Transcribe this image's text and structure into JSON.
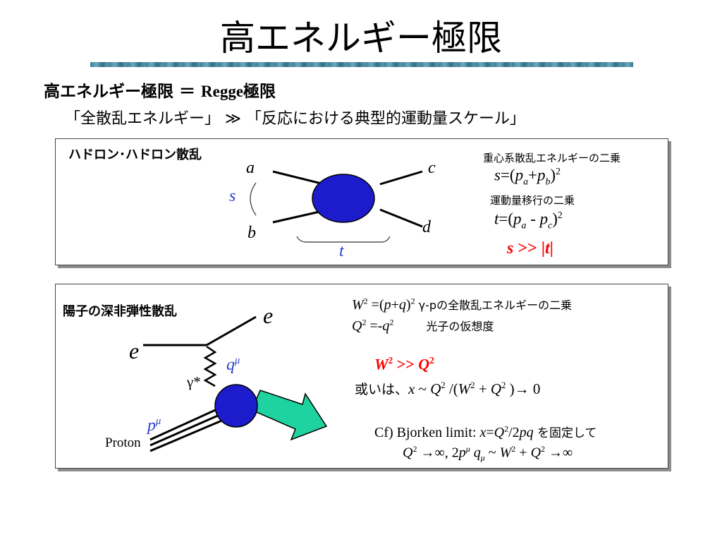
{
  "slide": {
    "title": "高エネルギー極限",
    "heading1_prefix": "高エネルギー極限 ＝ ",
    "heading1_regge": "Regge",
    "heading1_suffix": "極限",
    "heading2": "「全散乱エネルギー」 ≫ 「反応における典型的運動量スケール」"
  },
  "hadron": {
    "label": "ハドロン･ハドロン散乱",
    "a": "a",
    "b": "b",
    "c": "c",
    "d": "d",
    "s": "s",
    "t": "t",
    "cm_caption": "重心系散乱エネルギーの二乗",
    "s_formula": {
      "lhs": "s",
      "eq": "=(",
      "p1": "p",
      "p1sub": "a",
      "plus": "+",
      "p2": "p",
      "p2sub": "b",
      "close": ")",
      "exp": "2"
    },
    "mt_caption": "運動量移行の二乗",
    "t_formula": {
      "lhs": "t",
      "eq": "=(",
      "p1": "p",
      "p1sub": "a",
      "minus": " - ",
      "p2": "p",
      "p2sub": "c",
      "close": ")",
      "exp": "2"
    },
    "cond": {
      "s": "s",
      "gg": " >> ",
      "bar1": "|",
      "t": "t",
      "bar2": "|"
    }
  },
  "dis": {
    "label": "陽子の深非弾性散乱",
    "e_out": "e",
    "e_in": "e",
    "q": "q",
    "q_sup": "μ",
    "gamma": "γ*",
    "p": "p",
    "p_sup": "μ",
    "proton": "Proton",
    "w2": {
      "w": "W",
      "exp": "2",
      "rest": " =(",
      "p": "p",
      "plus": "+",
      "q": "q",
      "close": ")",
      "exp2": "2",
      "desc": " γ-pの全散乱エネルギーの二乗"
    },
    "q2": {
      "q": "Q",
      "exp": "2",
      "rest": " =-",
      "q2": "q",
      "exp2": "2",
      "desc": "光子の仮想度"
    },
    "cond": {
      "w": "W",
      "exp": "2",
      "gg": " >> ",
      "q": "Q",
      "exp2": "2"
    },
    "or_line": {
      "prefix": "或いは、",
      "x": "x",
      "tilde": " ~ ",
      "q": "Q",
      "exp": "2",
      "mid": " /(",
      "w": "W",
      "exp2": "2",
      "plus": " + ",
      "q2": "Q",
      "exp3": "2",
      "end": " )→ 0"
    },
    "cf_line": {
      "prefix": "Cf) Bjorken limit: ",
      "x": "x",
      "eq": "=",
      "q": "Q",
      "exp": "2",
      "slash": "/2",
      "pq": "pq",
      "suffix": " を固定して"
    },
    "limit_line": {
      "q": "Q",
      "exp": "2",
      "arrow": " →∞,   2",
      "p": "p",
      "psup": "μ",
      "qq": " q",
      "qsub": "μ",
      "tilde": " ~ ",
      "w": "W",
      "exp2": "2",
      "plus": " + ",
      "q2": "Q",
      "exp3": "2",
      "end": " →∞"
    }
  },
  "colors": {
    "blob": "#1c1ccc",
    "arrow": "#1fd3a0",
    "red": "#ff0000",
    "blue": "#2a3ecb",
    "rule": "#3f7e97"
  }
}
